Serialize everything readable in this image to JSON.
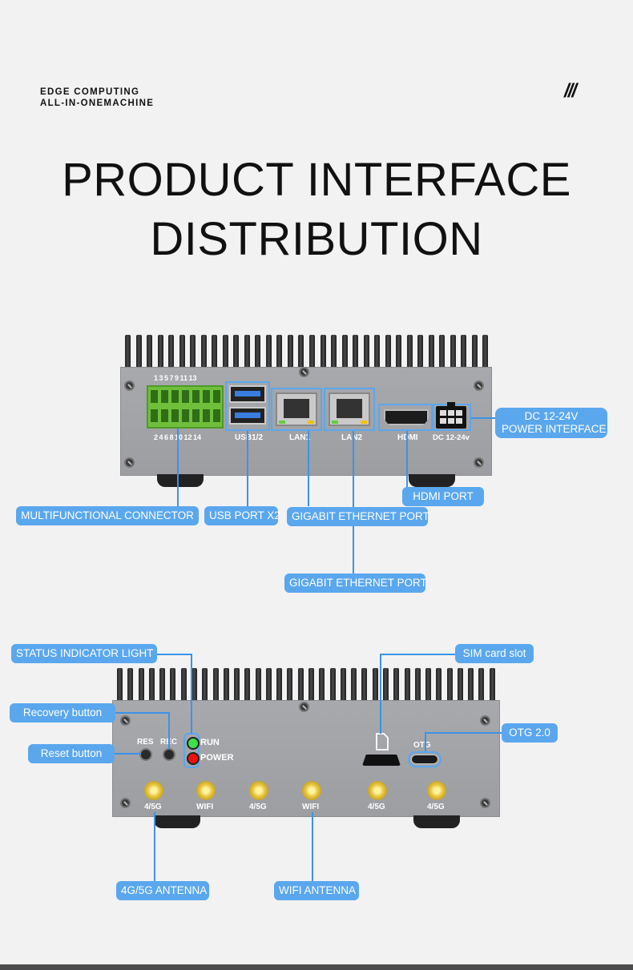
{
  "header": {
    "brand_line1": "EDGE COMPUTING",
    "brand_line2": "ALL-IN-ONEMACHINE",
    "deco": "///",
    "title_line1": "PRODUCT INTERFACE",
    "title_line2": "DISTRIBUTION"
  },
  "colors": {
    "accent": "#5aa7ee",
    "line": "#3b93e8",
    "chassis": "#a3a5a9"
  },
  "front": {
    "pin_numbers_top": "1  3  5  7  9  11 13",
    "pin_numbers_bottom": "2  4  6  8  10 12 14",
    "port_labels": {
      "usb": "USB1/2",
      "lan1": "LAN1",
      "lan2": "LAN2",
      "hdmi": "HDMI",
      "dc": "DC 12-24v"
    },
    "callouts": {
      "dc_line1": "DC 12-24V",
      "dc_line2": "POWER INTERFACE",
      "hdmi": "HDMI PORT",
      "multi": "MULTIFUNCTIONAL CONNECTOR",
      "usb": "USB PORT X2",
      "gbe1": "GIGABIT ETHERNET PORT",
      "gbe2": "GIGABIT ETHERNET PORT"
    }
  },
  "rear": {
    "labels": {
      "res": "RES",
      "rec": "REC",
      "run": "RUN",
      "power": "POWER",
      "otg": "OTG",
      "ant1": "4/5G",
      "ant2": "WIFI",
      "ant3": "4/5G",
      "ant4": "WIFI",
      "ant5": "4/5G",
      "ant6": "4/5G"
    },
    "callouts": {
      "status": "STATUS INDICATOR LIGHT",
      "recovery": "Recovery button",
      "reset": "Reset button",
      "sim": "SIM card slot",
      "otg": "OTG 2.0",
      "antenna_45g": "4G/5G ANTENNA",
      "antenna_wifi": "WIFI ANTENNA"
    }
  }
}
